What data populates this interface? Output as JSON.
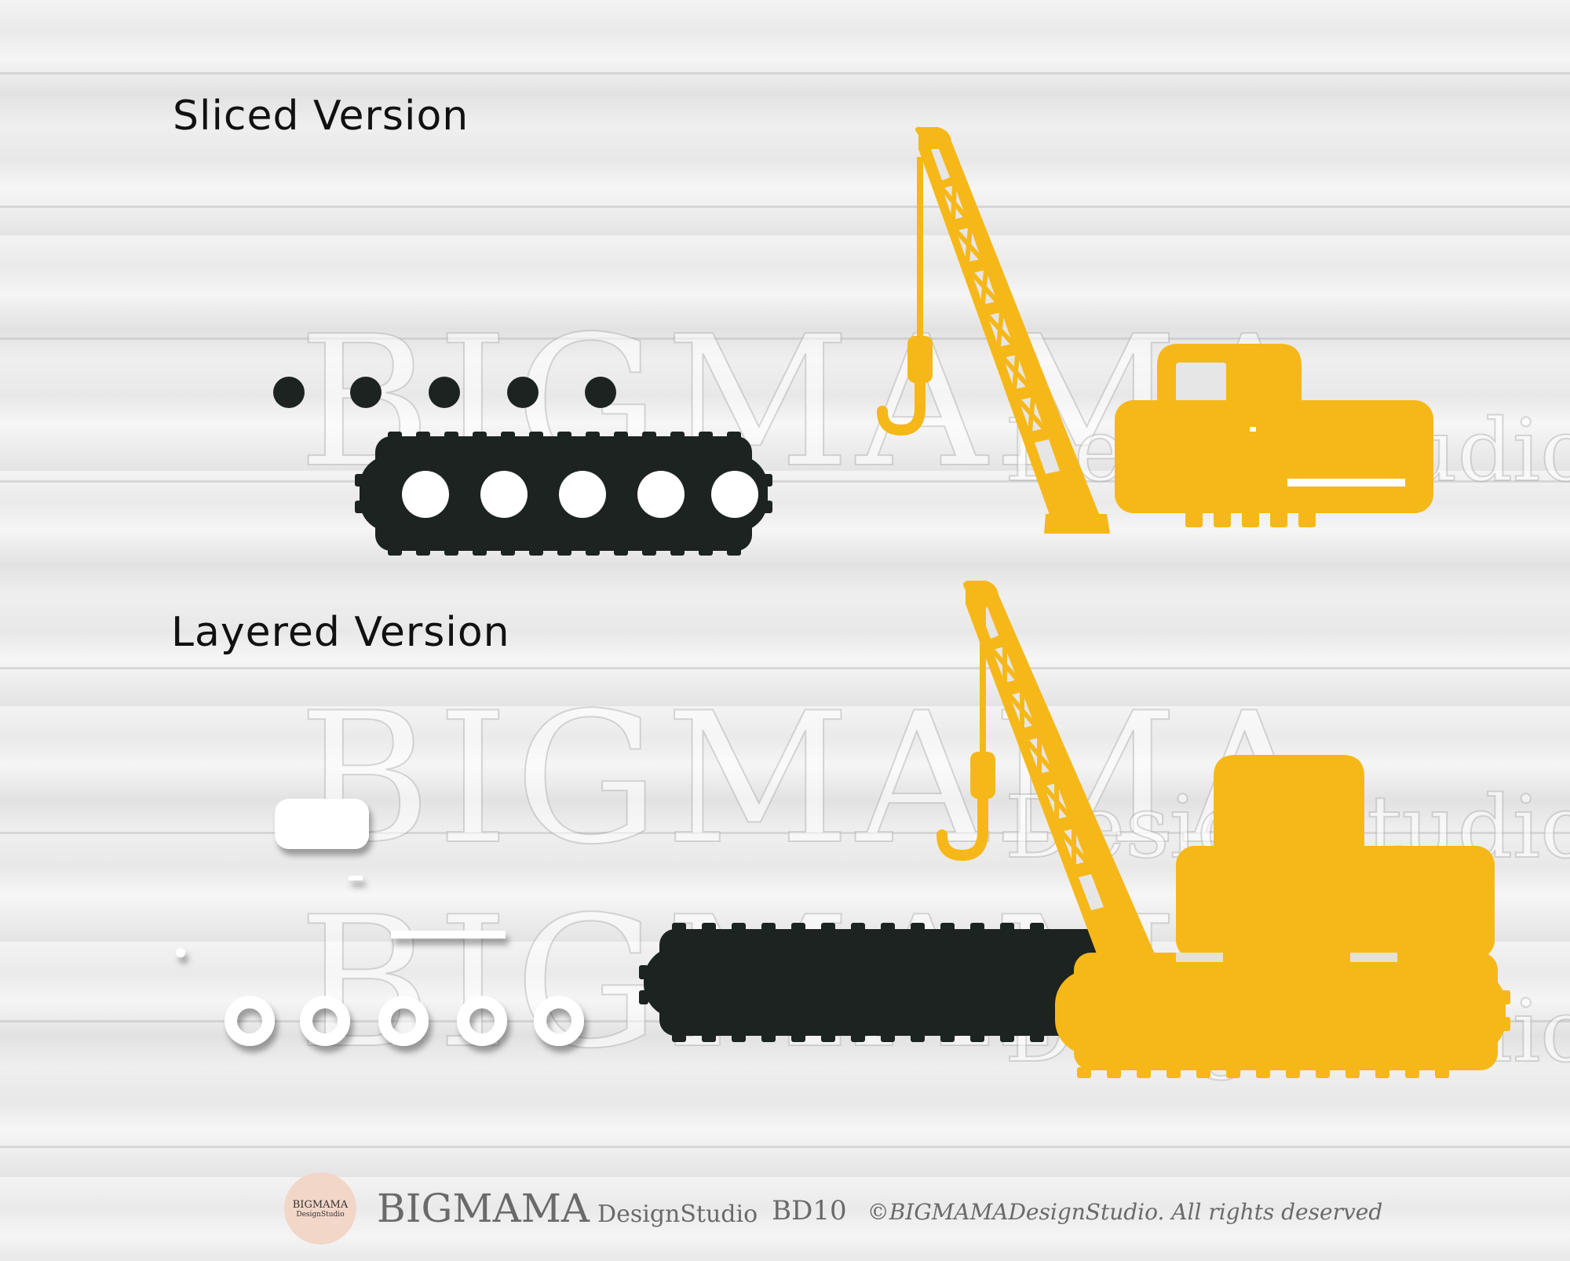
{
  "headings": {
    "sliced": "Sliced Version",
    "layered": "Layered Version"
  },
  "watermark": {
    "brand": "BIGMAMA",
    "studio": "DesignStudio"
  },
  "footer": {
    "badge_name": "BIGMAMA",
    "badge_sub": "DesignStudio",
    "brand": "BIGMAMA",
    "studio": "DesignStudio",
    "code": "BD10",
    "copyright": "©BIGMAMADesignStudio. All rights deserved"
  },
  "colors": {
    "crane_yellow": "#f6b819",
    "track_black": "#1c2321",
    "piece_white": "#ffffff"
  }
}
